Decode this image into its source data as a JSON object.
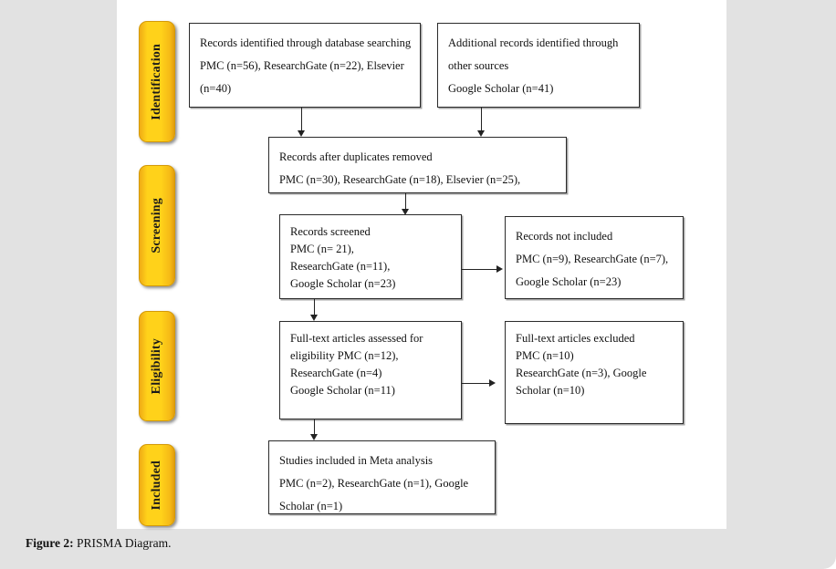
{
  "figure": {
    "caption_label": "Figure 2:",
    "caption_text": " PRISMA Diagram."
  },
  "stages": [
    {
      "name": "identification",
      "label": "Identification"
    },
    {
      "name": "screening",
      "label": "Screening"
    },
    {
      "name": "eligibility",
      "label": "Eligibility"
    },
    {
      "name": "included",
      "label": "Included"
    }
  ],
  "boxes": {
    "records_identified": {
      "line1": "Records identified through database searching",
      "line2": "PMC (n=56), ResearchGate (n=22), Elsevier",
      "line3": "(n=40)"
    },
    "additional_records": {
      "line1": "Additional records identified through",
      "line2": "other sources",
      "line3": "Google Scholar (n=41)"
    },
    "duplicates_removed": {
      "line1": "Records after duplicates removed",
      "line2": "PMC (n=30), ResearchGate (n=18), Elsevier (n=25),"
    },
    "records_screened": {
      "line1": "Records screened",
      "line2": "PMC (n= 21),",
      "line3": "ResearchGate (n=11),",
      "line4": "Google Scholar (n=23)"
    },
    "records_not_included": {
      "line1": "Records not included",
      "line2": "PMC (n=9), ResearchGate (n=7),",
      "line3": "Google Scholar (n=23)"
    },
    "fulltext_assessed": {
      "line1": "Full-text articles assessed for",
      "line2": "eligibility PMC (n=12),",
      "line3": "ResearchGate (n=4)",
      "line4": "Google Scholar (n=11)"
    },
    "fulltext_excluded": {
      "line1": "Full-text articles excluded",
      "line2": "PMC (n=10)",
      "line3": "ResearchGate (n=3), Google",
      "line4": "Scholar (n=10)"
    },
    "studies_included": {
      "line1": "Studies included in Meta analysis",
      "line2": "PMC (n=2), ResearchGate (n=1), Google",
      "line3": "Scholar (n=1)"
    }
  },
  "colors": {
    "stage_fill": "#ffd21a",
    "stage_border": "#d49a08",
    "box_border": "#2b2b2b",
    "page_background": "#e2e2e2",
    "figure_background": "#ffffff",
    "connector": "#222222"
  }
}
